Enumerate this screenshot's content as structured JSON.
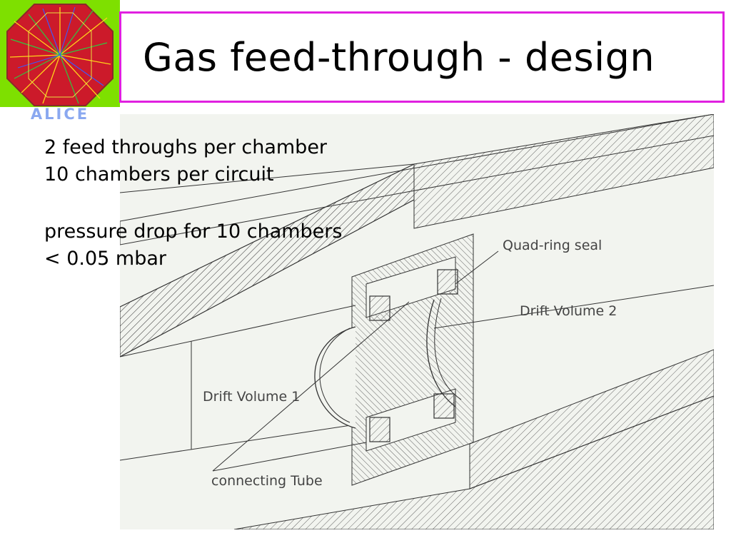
{
  "logo": {
    "text": "ALICE"
  },
  "title": "Gas feed-through - design",
  "bullets": {
    "line1": "2 feed throughs per chamber",
    "line2": "10 chambers per circuit",
    "line3": "pressure drop for 10 chambers",
    "line4": "< 0.05 mbar"
  },
  "diagram": {
    "label_seal": "Quad-ring seal",
    "label_drift2": "Drift Volume 2",
    "label_drift1": "Drift Volume 1",
    "label_tube": "connecting Tube"
  },
  "colors": {
    "title_border": "#e020e0",
    "logo_green": "#7ee000",
    "logo_red": "#cc1a2a",
    "drawing_bg": "#f2f4ef"
  }
}
